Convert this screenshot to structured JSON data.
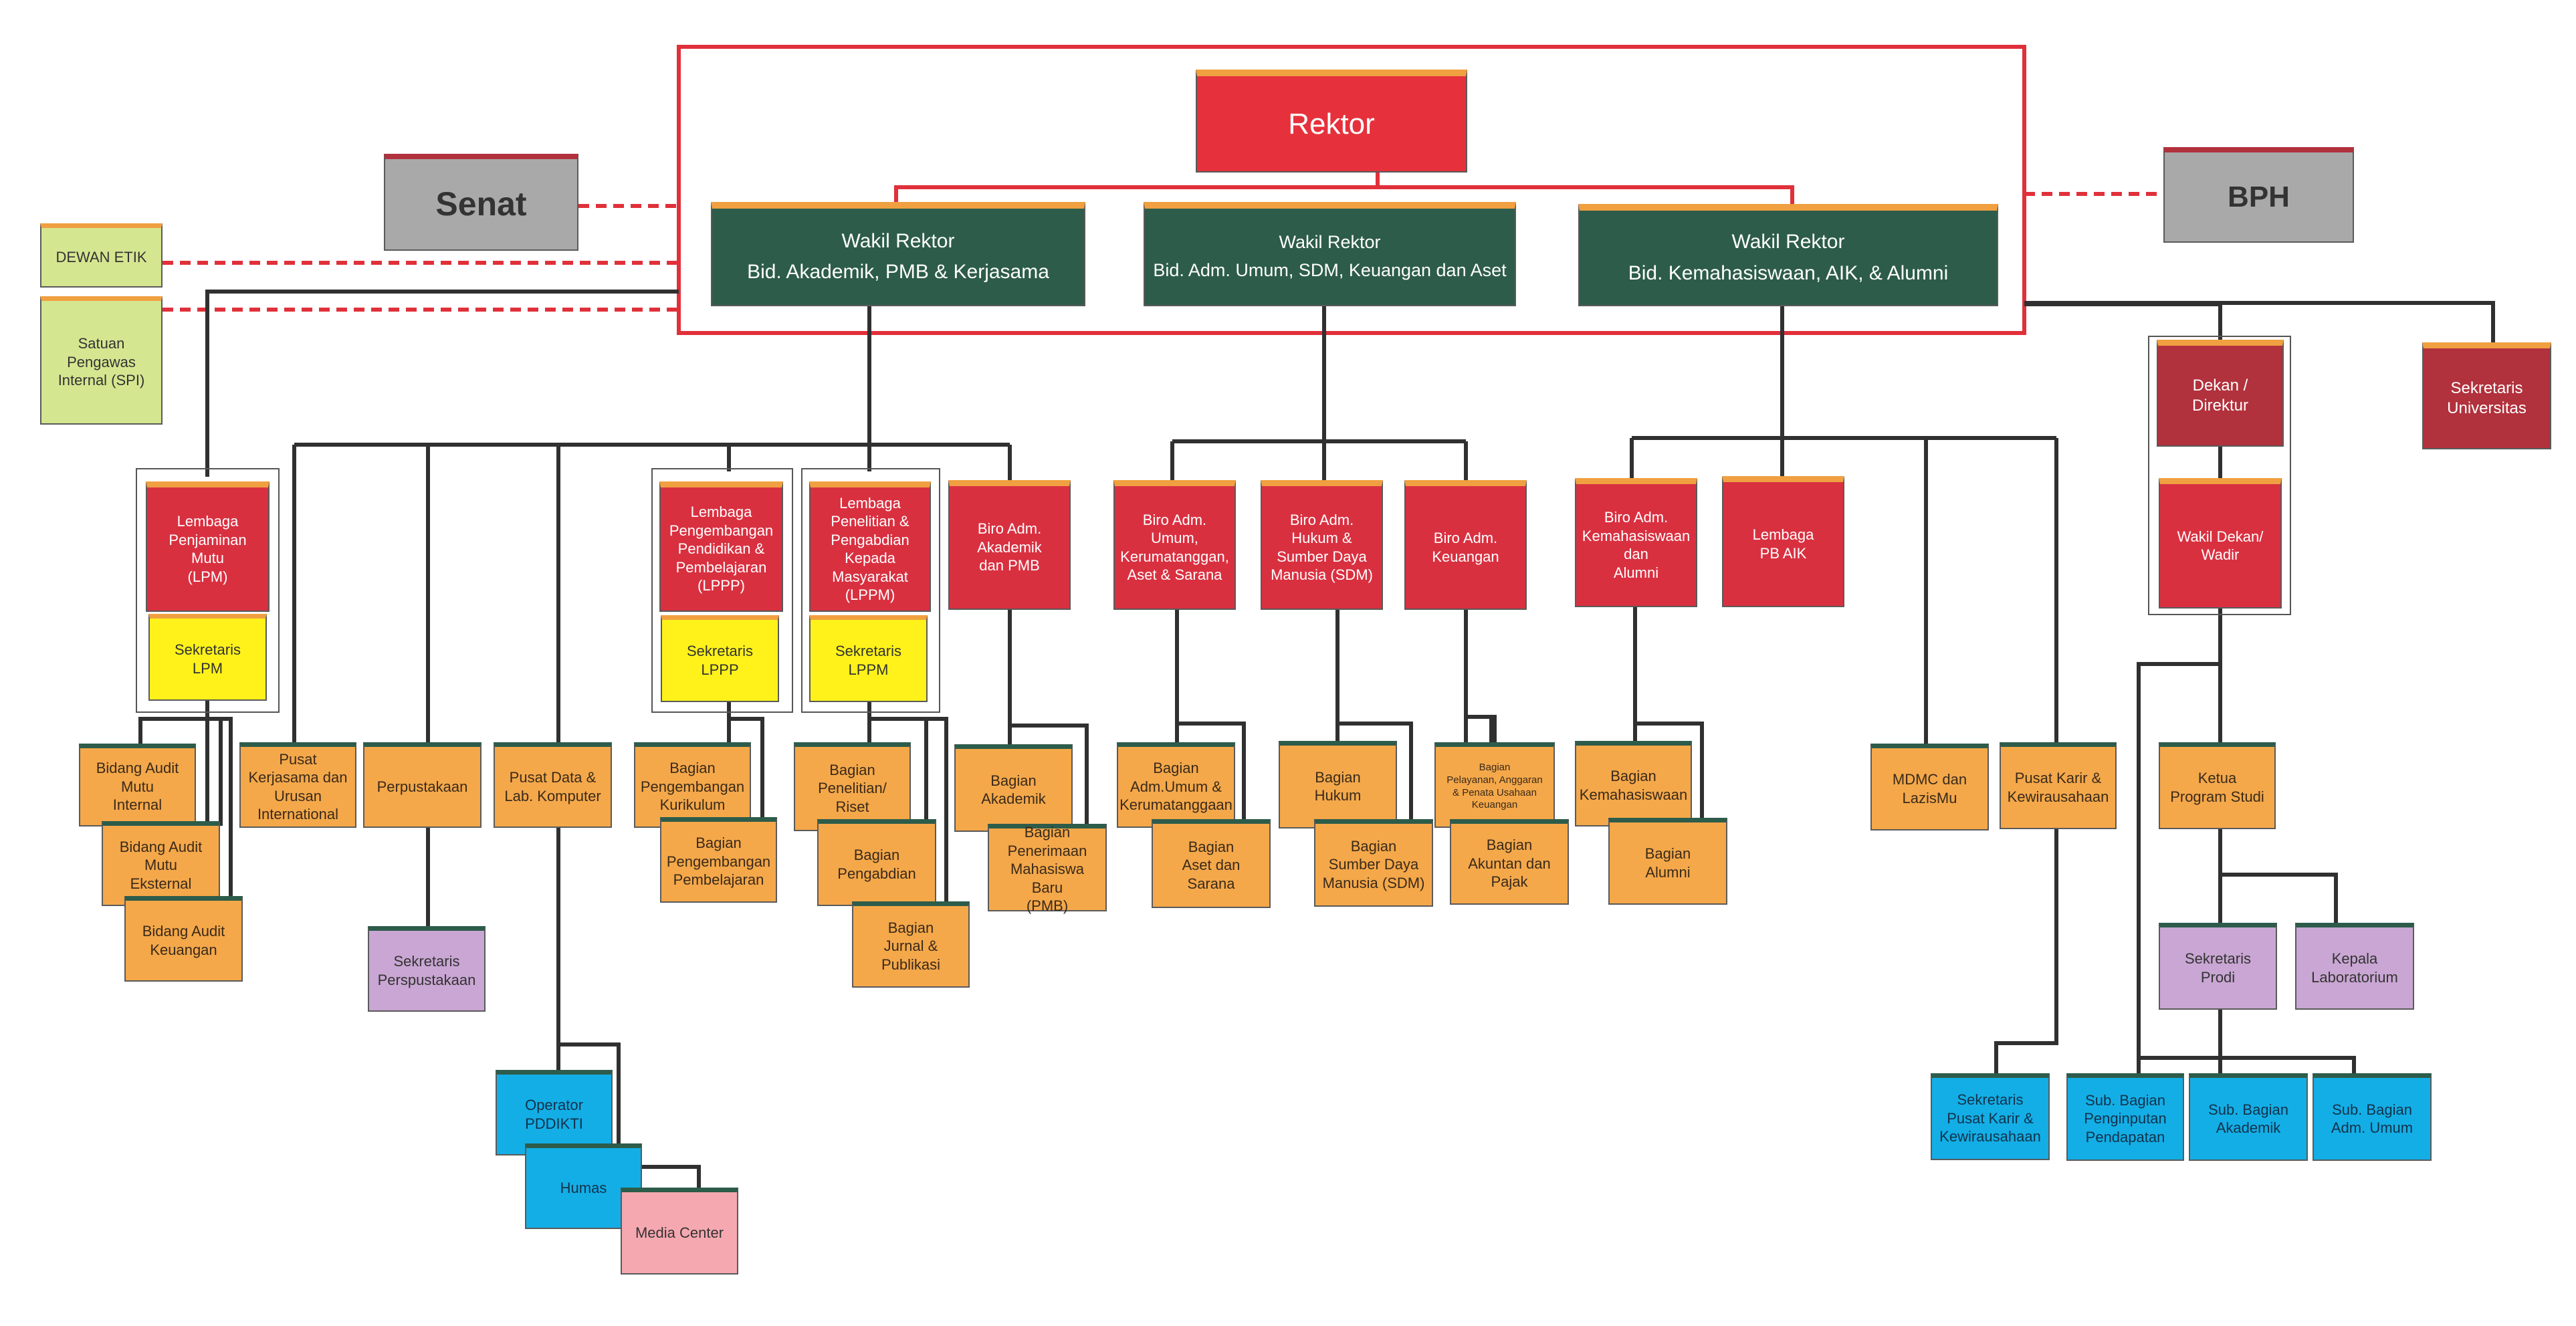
{
  "rektor": "Rektor",
  "senat": "Senat",
  "bph": "BPH",
  "dewan_etik": "DEWAN ETIK",
  "spi": "Satuan\nPengawas\nInternal (SPI)",
  "wakil_rektor": [
    "Wakil Rektor\nBid. Akademik, PMB  & Kerjasama",
    "Wakil Rektor\nBid. Adm. Umum, SDM, Keuangan dan Aset",
    "Wakil Rektor\nBid. Kemahasiswaan, AIK, & Alumni"
  ],
  "sekretaris_universitas": "Sekretaris\nUniversitas",
  "lpm": "Lembaga\nPenjaminan Mutu\n(LPM)",
  "sekretaris_lpm": "Sekretaris\nLPM",
  "bidang_audit_internal": "Bidang Audit\nMutu\nInternal",
  "bidang_audit_eksternal": "Bidang Audit\nMutu\nEksternal",
  "bidang_audit_keuangan": "Bidang Audit\nKeuangan",
  "pusat_kerjasama": "Pusat\nKerjasama dan\nUrusan\nInternational",
  "perpustakaan": "Perpustakaan",
  "sekretaris_perpustakaan": "Sekretaris\nPerspustakaan",
  "pusat_data": "Pusat Data &\nLab. Komputer",
  "operator_pddikti": "Operator\nPDDIKTI",
  "humas": "Humas",
  "media_center": "Media Center",
  "lppp": "Lembaga\nPengembangan\nPendidikan &\nPembelajaran\n(LPPP)",
  "sekretaris_lppp": "Sekretaris\nLPPP",
  "bagian_kurikulum": "Bagian\nPengembangan\nKurikulum",
  "bagian_pembelajaran": "Bagian\nPengembangan\nPembelajaran",
  "lppm": "Lembaga\nPenelitian &\nPengabdian\nKepada\nMasyarakat\n(LPPM)",
  "sekretaris_lppm": "Sekretaris\nLPPM",
  "bagian_penelitian": "Bagian\nPenelitian/\nRiset",
  "bagian_pengabdian": "Bagian\nPengabdian",
  "bagian_jurnal": "Bagian\nJurnal &\nPublikasi",
  "biro_akademik": "Biro Adm.\nAkademik\ndan PMB",
  "bagian_akademik": "Bagian\nAkademik",
  "bagian_pmb": "Bagian\nPenerimaan\nMahasiswa Baru\n(PMB)",
  "biro_umum": "Biro  Adm.\nUmum,\nKerumatanggan,\nAset & Sarana",
  "bagian_umum": "Bagian\nAdm.Umum &\nKerumatanggaan",
  "bagian_aset": "Bagian\nAset dan Sarana",
  "biro_sdm": "Biro Adm.\nHukum &\nSumber Daya\nManusia (SDM)",
  "bagian_hukum": "Bagian\nHukum",
  "bagian_sdm": "Bagian\nSumber Daya\nManusia (SDM)",
  "biro_keuangan": "Biro Adm.\nKeuangan",
  "bagian_pelayanan": "Bagian\nPelayanan, Anggaran\n& Penata Usahaan\nKeuangan",
  "bagian_akuntan": "Bagian\nAkuntan dan\nPajak",
  "biro_kemahasiswaan": "Biro  Adm.\nKemahasiswaan\ndan\nAlumni",
  "bagian_kemahasiswaan": "Bagian\nKemahasiswaan",
  "bagian_alumni": "Bagian\nAlumni",
  "lembaga_pb_aik": "Lembaga\nPB AIK",
  "mdmc": "MDMC dan\nLazisMu",
  "pusat_karir": "Pusat Karir &\nKewirausahaan",
  "sekretaris_pusat_karir": "Sekretaris\nPusat Karir &\nKewirausahaan",
  "dekan": "Dekan /\nDirektur",
  "wakil_dekan": "Wakil Dekan/\nWadir",
  "ketua_prodi": "Ketua\nProgram Studi",
  "sekretaris_prodi": "Sekretaris\nProdi",
  "kepala_lab": "Kepala\nLaboratorium",
  "sub_pendapatan": "Sub. Bagian\nPenginputan\nPendapatan",
  "sub_akademik": "Sub. Bagian\nAkademik",
  "sub_umum": "Sub. Bagian\nAdm. Umum",
  "colors": {
    "unit_red": "#d93040",
    "rektor_red": "#e6313c",
    "wakil_green": "#2d5c4a",
    "accent_orange": "#f0a040",
    "bagian_orange": "#f4a84a",
    "sekretaris_yellow": "#fff21a",
    "sub_blue": "#13aee6",
    "sekretaris_purple": "#c9a6d3",
    "media_pink": "#f6a8b0",
    "etik_green": "#d5e690",
    "senat_gray": "#a9a9a9",
    "dekan_darkred": "#b1313c"
  }
}
